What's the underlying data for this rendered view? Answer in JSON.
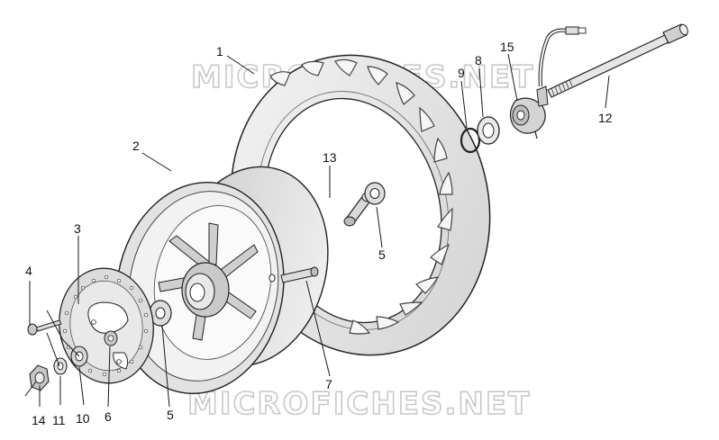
{
  "diagram": {
    "watermark": "MICROFICHES.NET",
    "palette": {
      "background": "#ffffff",
      "part_fill": "#e6e6e6",
      "part_shade": "#b9b9b9",
      "line": "#222222",
      "watermark": "#c8c8c8"
    },
    "callouts": [
      {
        "id": "c1",
        "text": "1"
      },
      {
        "id": "c2",
        "text": "2"
      },
      {
        "id": "c3",
        "text": "3"
      },
      {
        "id": "c4",
        "text": "4"
      },
      {
        "id": "c5a",
        "text": "5"
      },
      {
        "id": "c5b",
        "text": "5"
      },
      {
        "id": "c6",
        "text": "6"
      },
      {
        "id": "c7",
        "text": "7"
      },
      {
        "id": "c8",
        "text": "8"
      },
      {
        "id": "c9",
        "text": "9"
      },
      {
        "id": "c10",
        "text": "10"
      },
      {
        "id": "c11",
        "text": "11"
      },
      {
        "id": "c12",
        "text": "12"
      },
      {
        "id": "c13",
        "text": "13"
      },
      {
        "id": "c14",
        "text": "14"
      },
      {
        "id": "c15",
        "text": "15"
      }
    ]
  }
}
